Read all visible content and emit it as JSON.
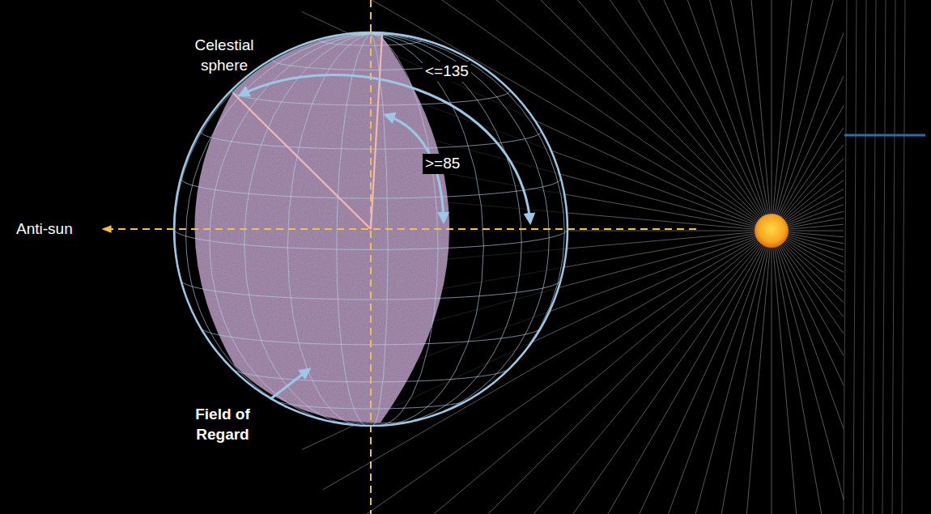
{
  "diagram": {
    "labels": [
      "Celestial sphere",
      "<=135",
      ">=85",
      "Anti-sun",
      "Field of Regard"
    ]
  }
}
